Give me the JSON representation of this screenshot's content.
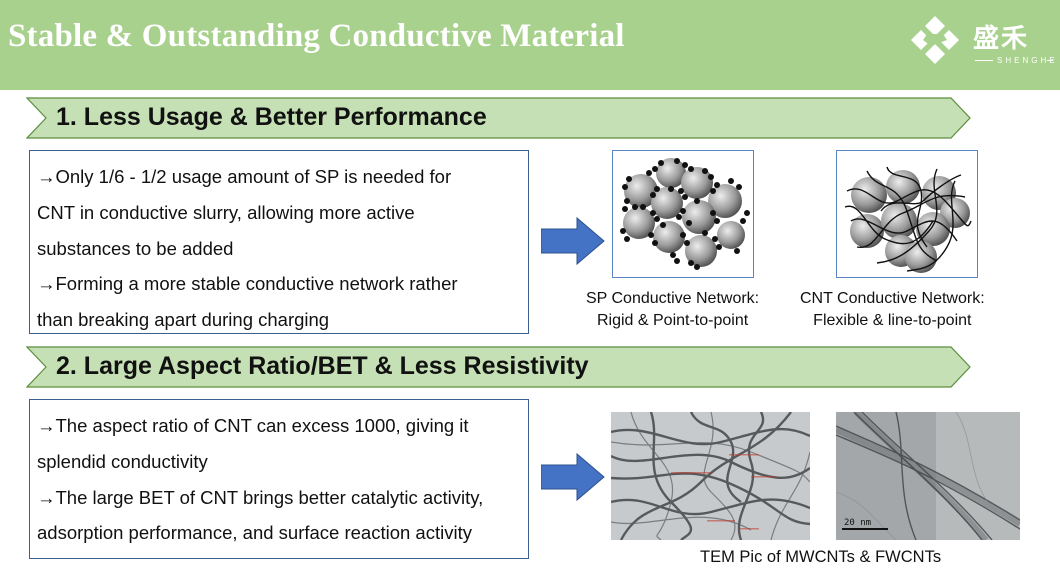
{
  "header": {
    "title": "Stable & Outstanding Conductive Material",
    "logo_text": "盛禾",
    "logo_sub": "SHENGHE"
  },
  "section1": {
    "heading": "1. Less Usage & Better Performance",
    "lines": [
      "→Only 1/6 - 1/2 usage amount of SP is needed for",
      "CNT in conductive slurry, allowing more active",
      "substances to be added",
      "→Forming a more stable conductive network rather",
      "than breaking apart during charging"
    ],
    "sp_caption": [
      "SP Conductive Network:",
      "Rigid & Point-to-point"
    ],
    "cnt_caption": [
      "CNT Conductive Network:",
      "Flexible & line-to-point"
    ]
  },
  "section2": {
    "heading": "2. Large Aspect Ratio/BET & Less Resistivity",
    "lines": [
      "→The aspect ratio of CNT can excess 1000, giving it",
      "splendid conductivity",
      "→The large BET of CNT brings better catalytic activity,",
      "adsorption performance, and surface reaction activity"
    ],
    "scale_label": "20 nm",
    "tem_caption": "TEM Pic of MWCNTs & FWCNTs"
  },
  "colors": {
    "header_bg": "#a9d18e",
    "banner_fill": "#c5e0b4",
    "banner_stroke": "#5b8f3e",
    "box_border": "#3b5f8f",
    "arrow": "#4472c4"
  }
}
